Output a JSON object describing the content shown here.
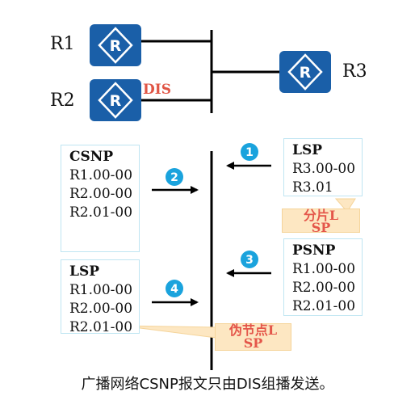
{
  "routers": [
    {
      "name": "R1",
      "icon": "router-icon"
    },
    {
      "name": "R2",
      "icon": "router-icon"
    },
    {
      "name": "R3",
      "icon": "router-icon"
    }
  ],
  "dis_label": "DIS",
  "steps": [
    "1",
    "2",
    "3",
    "4"
  ],
  "packets": {
    "csnp": {
      "title": "CSNP",
      "entries": [
        "R1.00-00",
        "R2.00-00",
        "R2.01-00"
      ]
    },
    "lsp_from_r3": {
      "title": "LSP",
      "entries": [
        "R3.00-00",
        "R3.01"
      ]
    },
    "psnp": {
      "title": "PSNP",
      "entries": [
        "R1.00-00",
        "R2.00-00",
        "R2.01-00"
      ]
    },
    "lsp_to_r3": {
      "title": "LSP",
      "entries": [
        "R1.00-00",
        "R2.00-00",
        "R2.01-00"
      ]
    }
  },
  "callouts": {
    "fragment_lsp": "分片LSP",
    "pseudonode_lsp": "伪节点LSP"
  },
  "caption": "广播网络CSNP报文只由DIS组播发送。",
  "colors": {
    "router": "#1a5fa8",
    "step_badge": "#1aa3dd",
    "dis": "#e05545",
    "callout_bg": "#fde7c2"
  }
}
